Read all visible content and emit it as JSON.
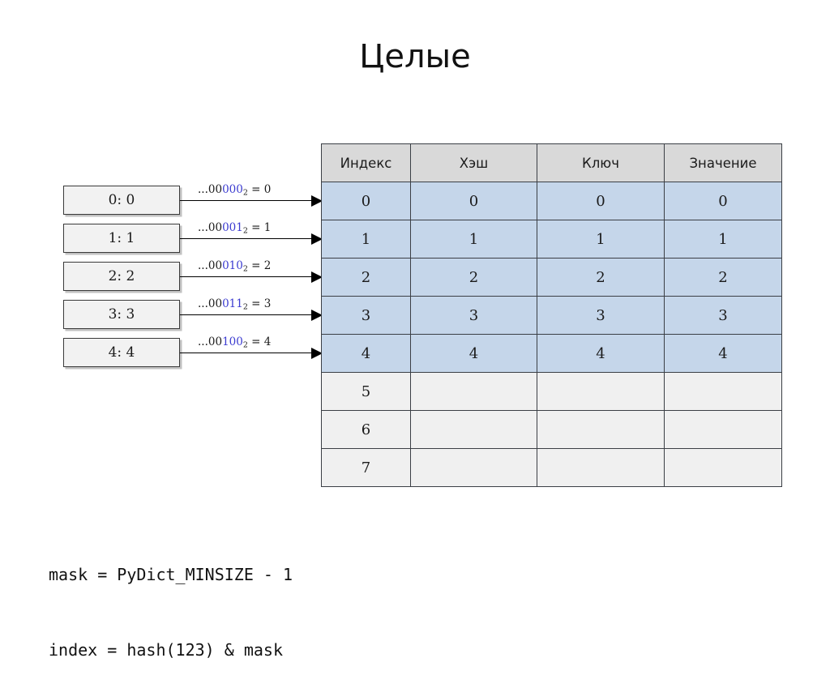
{
  "slide": {
    "title": "Целые"
  },
  "key_boxes": [
    {
      "label": "0: 0"
    },
    {
      "label": "1: 1"
    },
    {
      "label": "2: 2"
    },
    {
      "label": "3: 3"
    },
    {
      "label": "4: 4"
    }
  ],
  "arrows": [
    {
      "prefix": "...00",
      "highlight": "000",
      "subscript": "2",
      "suffix": " = 0",
      "full_label": "...000002 = 0"
    },
    {
      "prefix": "...00",
      "highlight": "001",
      "subscript": "2",
      "suffix": " = 1",
      "full_label": "...000012 = 1"
    },
    {
      "prefix": "...00",
      "highlight": "010",
      "subscript": "2",
      "suffix": " = 2",
      "full_label": "...000102 = 2"
    },
    {
      "prefix": "...00",
      "highlight": "011",
      "subscript": "2",
      "suffix": " = 3",
      "full_label": "...000112 = 3"
    },
    {
      "prefix": "...00",
      "highlight": "100",
      "subscript": "2",
      "suffix": " = 4",
      "full_label": "...001002 = 4"
    }
  ],
  "table": {
    "headers": [
      "Индекс",
      "Хэш",
      "Ключ",
      "Значение"
    ],
    "rows": [
      {
        "index": "0",
        "hash": "0",
        "key": "0",
        "value": "0",
        "filled": true
      },
      {
        "index": "1",
        "hash": "1",
        "key": "1",
        "value": "1",
        "filled": true
      },
      {
        "index": "2",
        "hash": "2",
        "key": "2",
        "value": "2",
        "filled": true
      },
      {
        "index": "3",
        "hash": "3",
        "key": "3",
        "value": "3",
        "filled": true
      },
      {
        "index": "4",
        "hash": "4",
        "key": "4",
        "value": "4",
        "filled": true
      },
      {
        "index": "5",
        "hash": "",
        "key": "",
        "value": "",
        "filled": false
      },
      {
        "index": "6",
        "hash": "",
        "key": "",
        "value": "",
        "filled": false
      },
      {
        "index": "7",
        "hash": "",
        "key": "",
        "value": "",
        "filled": false
      }
    ]
  },
  "code": {
    "line1": "mask = PyDict_MINSIZE - 1",
    "line2": "index = hash(123) & mask"
  },
  "colors": {
    "filled_row": "#c5d6ea",
    "empty_row": "#f0f0f0",
    "header_row": "#d9d9d9",
    "highlight_bits": "#3b3bd0",
    "box_fill": "#f2f2f2",
    "border": "#3b3f45"
  }
}
